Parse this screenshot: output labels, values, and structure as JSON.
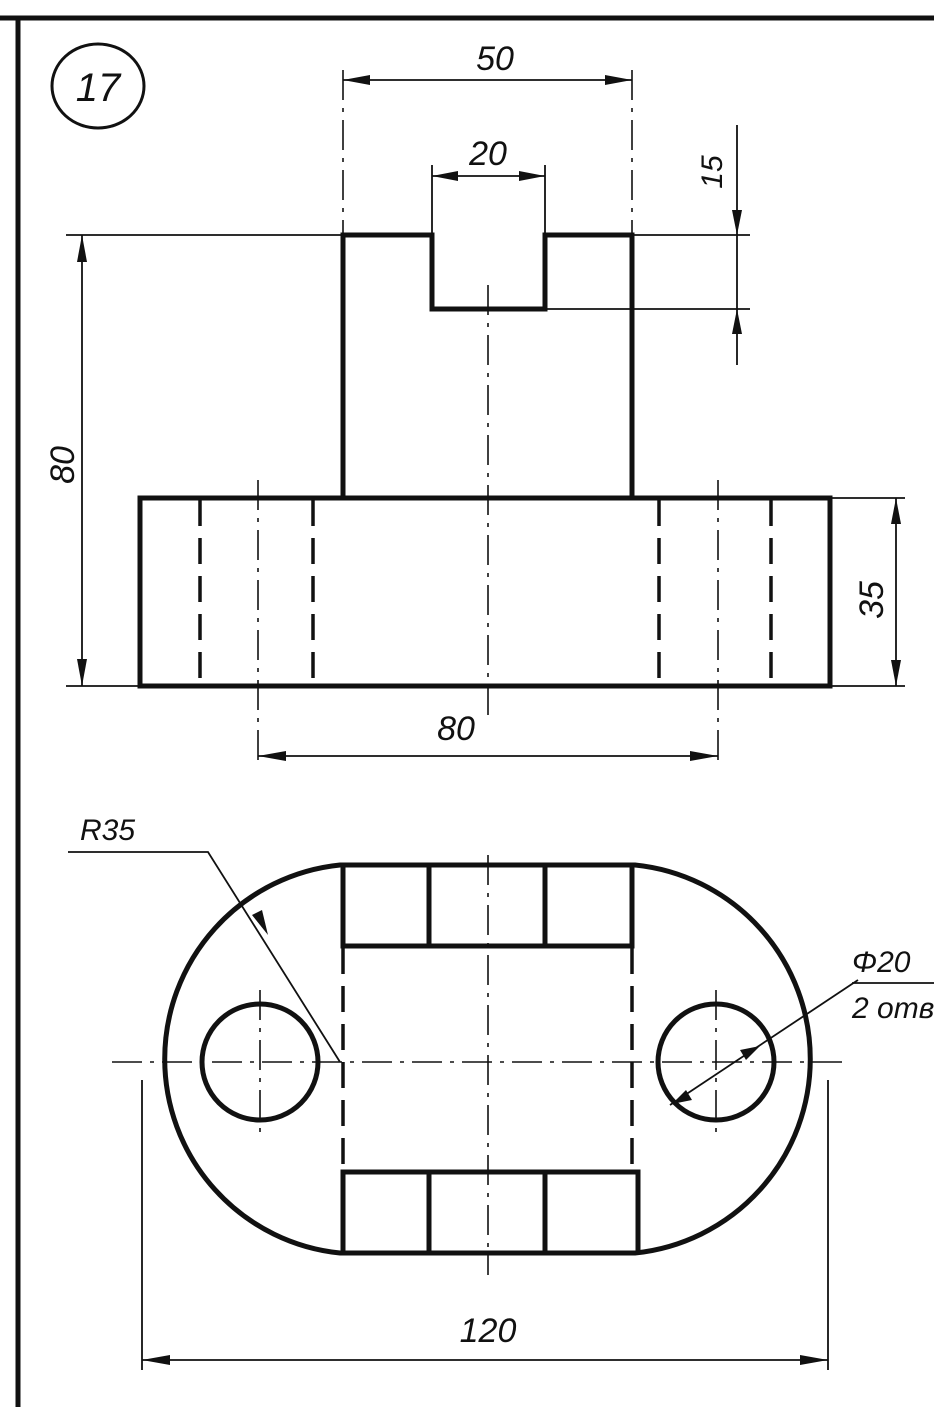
{
  "sheet": {
    "number": "17"
  },
  "front_view": {
    "dim_width_top": "50",
    "dim_slot_width": "20",
    "dim_slot_depth": "15",
    "dim_total_height": "80",
    "dim_base_height": "35",
    "dim_hole_spacing": "80"
  },
  "top_view": {
    "dim_radius": "R35",
    "dim_hole_diameter": "Φ20",
    "dim_hole_count": "2 отв",
    "dim_total_length": "120"
  }
}
